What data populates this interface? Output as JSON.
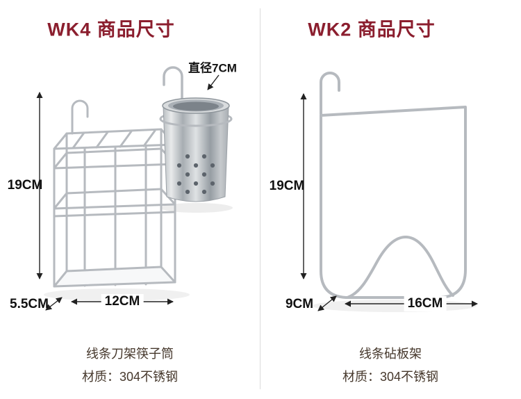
{
  "colors": {
    "title": "#8b1e2e",
    "dimension_text": "#111111",
    "caption_text": "#46382c",
    "wire": "#b6babf",
    "arrow": "#222222"
  },
  "left_panel": {
    "title": "WK4 商品尺寸",
    "diameter_label": "直径7CM",
    "height_label": "19CM",
    "depth_label": "5.5CM",
    "width_label": "12CM",
    "product_name": "线条刀架筷子筒",
    "material": "材质：304不锈钢"
  },
  "right_panel": {
    "title": "WK2 商品尺寸",
    "height_label": "19CM",
    "depth_label": "9CM",
    "width_label": "16CM",
    "product_name": "线条砧板架",
    "material": "材质：304不锈钢"
  }
}
